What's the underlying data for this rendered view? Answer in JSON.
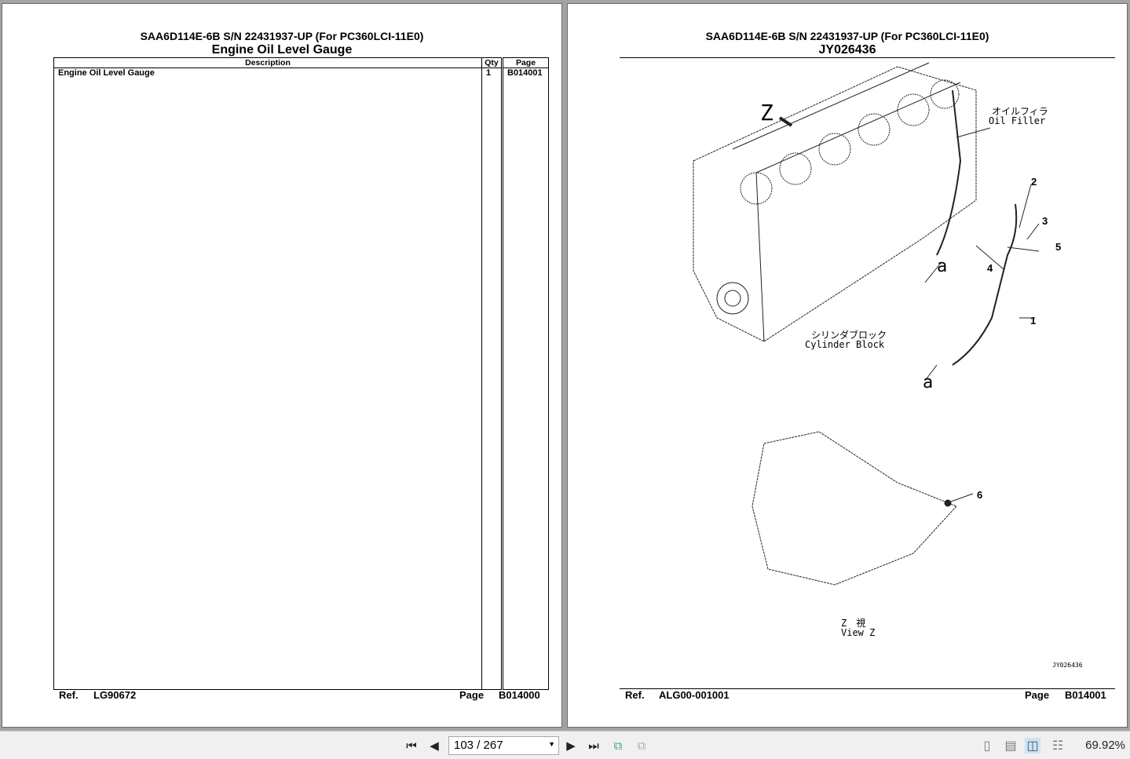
{
  "left_page": {
    "model": "SAA6D114E-6B S/N 22431937-UP (For PC360LCI-11E0)",
    "title": "Engine Oil Level Gauge",
    "columns": [
      "Description",
      "Qty",
      "Page"
    ],
    "rows": [
      {
        "description": "Engine Oil Level Gauge",
        "qty": "1",
        "page": "B014001"
      }
    ],
    "ref_label": "Ref.",
    "ref": "LG90672",
    "page_label": "Page",
    "page": "B014000"
  },
  "right_page": {
    "model": "SAA6D114E-6B S/N 22431937-UP (For PC360LCI-11E0)",
    "title": "JY026436",
    "labels": {
      "z": "Z",
      "oil_filler_jp": "オイルフィラ",
      "oil_filler": "Oil Filler",
      "cyl_jp": "シリンダブロック",
      "cyl": "Cylinder Block",
      "a1": "a",
      "a2": "a",
      "view_jp": "Z　視",
      "view": "View Z",
      "code": "JY026436"
    },
    "callouts": [
      "1",
      "2",
      "3",
      "4",
      "5",
      "6"
    ],
    "ref_label": "Ref.",
    "ref": "ALG00-001001",
    "page_label": "Page",
    "page": "B014001"
  },
  "toolbar": {
    "page_value": "103 / 267",
    "zoom": "69.92%"
  }
}
